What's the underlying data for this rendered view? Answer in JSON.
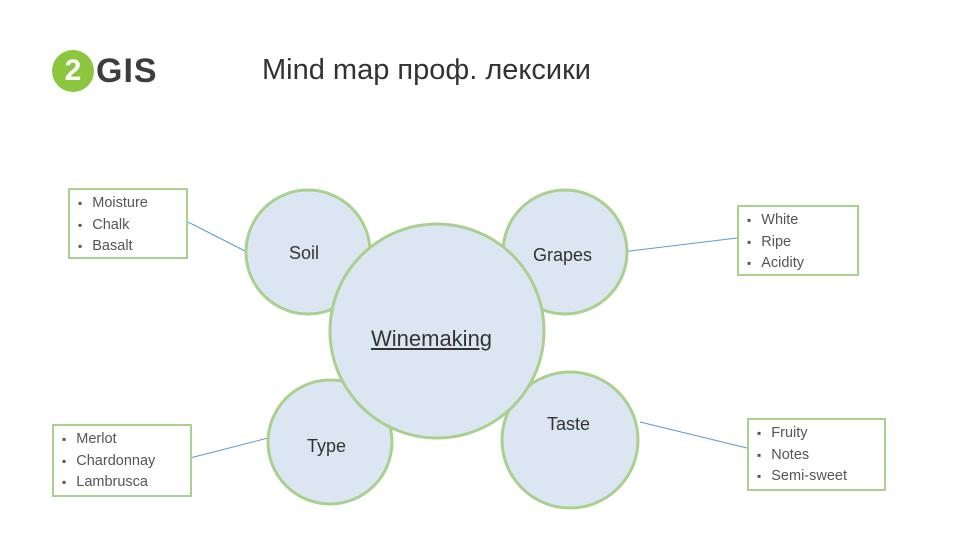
{
  "logo": {
    "badge_digit": "2",
    "text": "GIS"
  },
  "title": "Mind map проф. лексики",
  "center": {
    "label": "Winemaking"
  },
  "nodes": {
    "soil": {
      "label": "Soil",
      "items": [
        "Moisture",
        "Chalk",
        "Basalt"
      ]
    },
    "grapes": {
      "label": "Grapes",
      "items": [
        "White",
        "Ripe",
        "Acidity"
      ]
    },
    "type": {
      "label": "Type",
      "items": [
        "Merlot",
        "Chardonnay",
        "Lambrusca"
      ]
    },
    "taste": {
      "label": "Taste",
      "items": [
        "Fruity",
        "Notes",
        "Semi-sweet"
      ]
    }
  },
  "colors": {
    "circle_fill": "#dce6f2",
    "circle_stroke": "#a9d08e",
    "box_border": "#a9d08e",
    "connector": "#5b9bd5",
    "logo_green": "#8cc63f"
  }
}
